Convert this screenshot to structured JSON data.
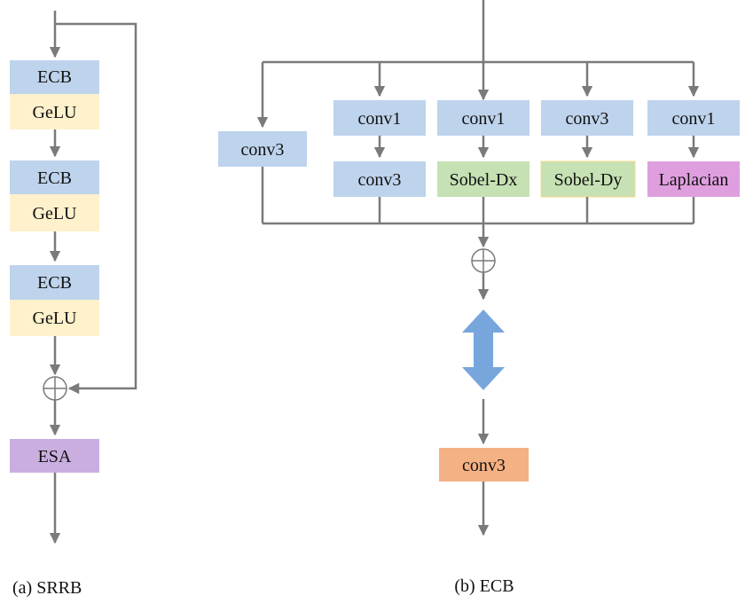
{
  "srrb": {
    "blocks": [
      {
        "ecb_label": "ECB",
        "gelu_label": "GeLU"
      },
      {
        "ecb_label": "ECB",
        "gelu_label": "GeLU"
      },
      {
        "ecb_label": "ECB",
        "gelu_label": "GeLU"
      }
    ],
    "esa_label": "ESA",
    "caption": "(a) SRRB"
  },
  "ecb": {
    "branch_left_label": "conv3",
    "branches": [
      {
        "top_label": "conv1",
        "bottom_label": "conv3"
      },
      {
        "top_label": "conv1",
        "bottom_label": "Sobel-Dx"
      },
      {
        "top_label": "conv3",
        "bottom_label": "Sobel-Dy"
      },
      {
        "top_label": "conv1",
        "bottom_label": "Laplacian"
      }
    ],
    "reparam_label": "conv3",
    "caption": "(b) ECB"
  },
  "colors": {
    "conv_blue": "#bed3ec",
    "gelu_yellow": "#fef1cc",
    "esa_purple": "#c9aedf",
    "sobel_green": "#c6e1b4",
    "laplacian_pink": "#df9fdf",
    "reparam_orange": "#f4b183",
    "double_arrow_blue": "#77a6dc",
    "line_gray": "#7a7a7a"
  }
}
